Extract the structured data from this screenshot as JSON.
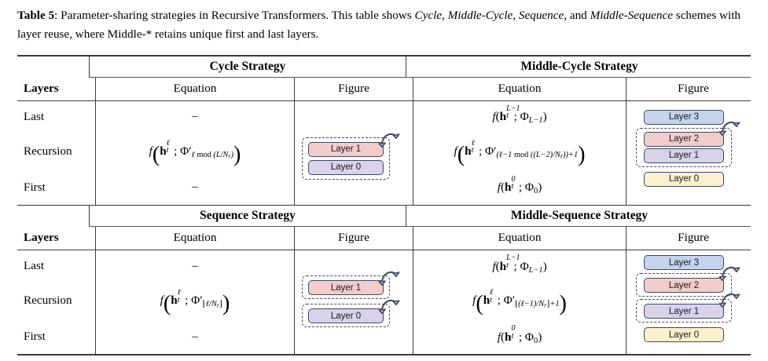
{
  "caption": {
    "label": "Table 5",
    "text_1": ": Parameter-sharing strategies in Recursive Transformers.  This table shows ",
    "em_1": "Cycle",
    "text_2": ", ",
    "em_2": "Middle-Cycle",
    "text_3": ", ",
    "em_3": "Sequence",
    "text_4": ", and ",
    "em_4": "Middle-Sequence",
    "text_5": " schemes with layer reuse, where Middle-* retains unique first and last layers."
  },
  "table": {
    "row_label_header": "Layers",
    "column_headers": {
      "equation": "Equation",
      "figure": "Figure"
    },
    "sections": [
      {
        "left_strategy": "Cycle Strategy",
        "right_strategy": "Middle-Cycle Strategy",
        "rows": [
          {
            "label": "Last",
            "left_equation": "–",
            "right_equation": "f(h_t^{L-1}; Φ_{L-1})"
          },
          {
            "label": "Recursion",
            "left_equation": "f(h_t^{ℓ}; Φ'_{ℓ mod (L/N_r)})",
            "right_equation": "f(h_t^{ℓ}; Φ'_{(ℓ-1 mod ((L-2)/N_r))+1})"
          },
          {
            "label": "First",
            "left_equation": "–",
            "right_equation": "f(h_t^{0}; Φ_0)"
          }
        ],
        "left_figure": {
          "layers": [
            "Layer 1",
            "Layer 0"
          ],
          "grouped": "single",
          "loops": 1
        },
        "right_figure": {
          "layers": [
            "Layer 3",
            "Layer 2",
            "Layer 1",
            "Layer 0"
          ],
          "grouped": "single",
          "loops": 1
        }
      },
      {
        "left_strategy": "Sequence Strategy",
        "right_strategy": "Middle-Sequence Strategy",
        "rows": [
          {
            "label": "Last",
            "left_equation": "–",
            "right_equation": "f(h_t^{L-1}; Φ_{L-1})"
          },
          {
            "label": "Recursion",
            "left_equation": "f(h_t^{ℓ}; Φ'_{⌊ℓ/N_r⌋})",
            "right_equation": "f(h_t^{ℓ}; Φ'_{⌊(ℓ-1)/N_r⌋+1})"
          },
          {
            "label": "First",
            "left_equation": "–",
            "right_equation": "f(h_t^{0}; Φ_0)"
          }
        ],
        "left_figure": {
          "layers": [
            "Layer 1",
            "Layer 0"
          ],
          "grouped": "separate",
          "loops": 2
        },
        "right_figure": {
          "layers": [
            "Layer 3",
            "Layer 2",
            "Layer 1",
            "Layer 0"
          ],
          "grouped": "separate",
          "loops": 2
        }
      }
    ]
  },
  "layer_labels": {
    "layer0": "Layer 0",
    "layer1": "Layer 1",
    "layer2": "Layer 2",
    "layer3": "Layer 3"
  },
  "colors": {
    "layer0_fill": "#fdf0cd",
    "layer1_fill": "#d9d2e9",
    "layer2_fill": "#f2ccc9",
    "layer3_fill": "#c5d4ed",
    "box_border": "#3c4a66",
    "dash_border": "#4a4a4a",
    "rule": "#3a3a3a",
    "arrow": "#44506b"
  }
}
